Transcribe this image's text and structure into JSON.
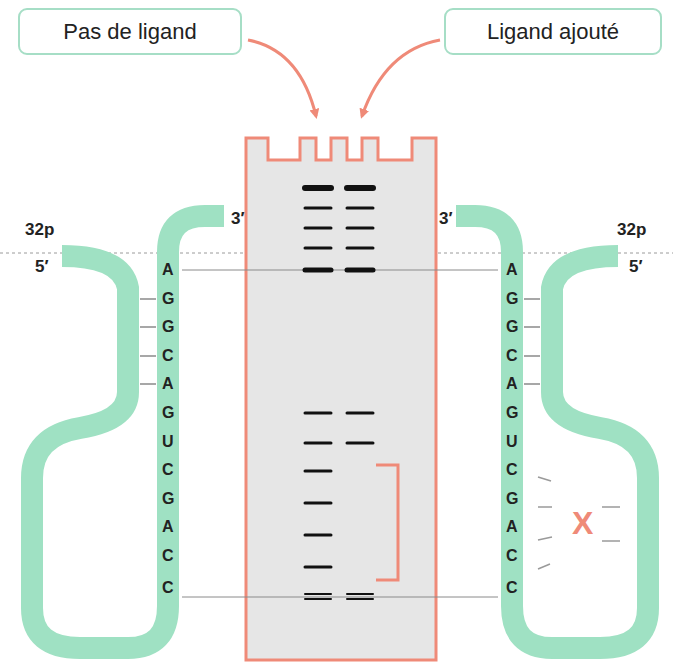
{
  "diagram": {
    "nodes": [
      {
        "text": [
          "Pas de ligand"
        ]
      },
      {
        "text": [
          "Ligand ajouté"
        ]
      }
    ],
    "labels": [
      "32p",
      "5′",
      "3′",
      "A",
      "G",
      "G",
      "C",
      "A",
      "G",
      "U",
      "C",
      "G",
      "A",
      "C",
      "C",
      "3′",
      "32p",
      "5′",
      "A",
      "G",
      "G",
      "C",
      "A",
      "G",
      "U",
      "C",
      "G",
      "A",
      "C",
      "C",
      "X"
    ]
  }
}
